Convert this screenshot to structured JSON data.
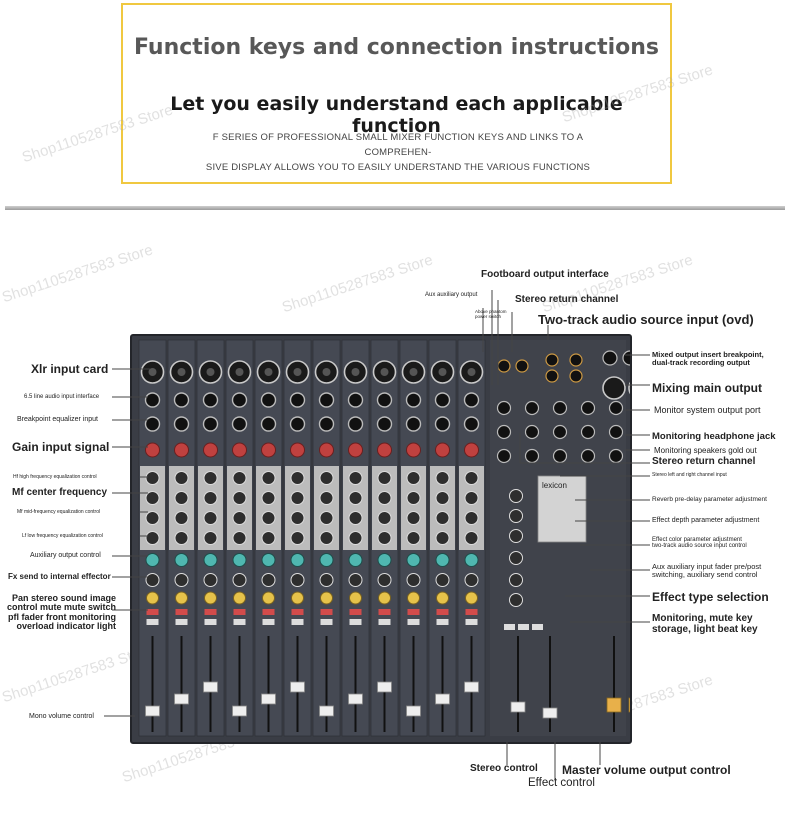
{
  "header": {
    "title": "Function keys and connection instructions",
    "subtitle": "Let you easily understand each applicable function",
    "desc_line1": "F SERIES OF PROFESSIONAL SMALL MIXER FUNCTION KEYS AND LINKS TO A COMPREHEN-",
    "desc_line2": "SIVE DISPLAY ALLOWS YOU TO EASILY UNDERSTAND THE VARIOUS FUNCTIONS"
  },
  "watermark": "Shop1105287583 Store",
  "mixer": {
    "brand": "lexicon",
    "channel_count": 12
  },
  "labels": {
    "left": [
      "Xlr input card",
      "6.5 line audio input interface",
      "Breakpoint equalizer input",
      "Gain input signal",
      "Hf high frequency equalization control",
      "Mf center frequency",
      "Mf mid-frequency equalization control",
      "Lf low frequency equalization control",
      "Auxiliary output control",
      "Fx send to internal effector",
      "Pan stereo sound image control mute mute switch pfl fader front monitoring overload indicator light",
      "Mono volume control"
    ],
    "top": [
      "Footboard output interface",
      "Aux auxiliary output",
      "Stereo return channel",
      "Above phantom power switch",
      "Two-track audio source input (ovd)"
    ],
    "right": [
      "Mixed output insert breakpoint, dual-track recording output",
      "Mixing main output",
      "Monitor system output port",
      "Monitoring headphone jack",
      "Monitoring speakers gold out",
      "Stereo return channel",
      "Stereo left and right channel input",
      "Reverb pre-delay parameter adjustment",
      "Effect depth parameter adjustment",
      "Effect color parameter adjustment two-track audio source input control",
      "Aux auxiliary input fader pre/post switching, auxiliary send control",
      "Effect type selection",
      "Monitoring, mute key storage, light beat key"
    ],
    "bottom": [
      "Stereo control",
      "Effect control",
      "Master volume output control"
    ]
  }
}
